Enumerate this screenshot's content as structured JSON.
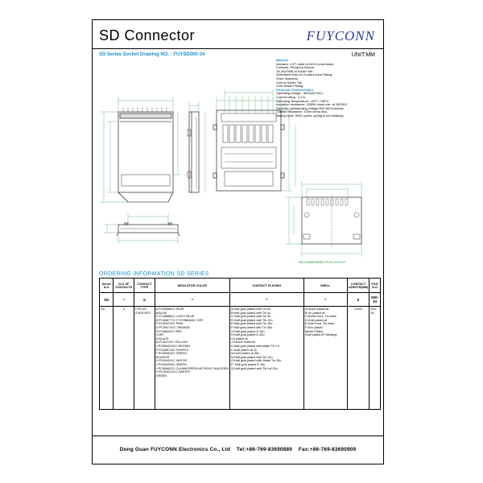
{
  "header": {
    "title": "SD  Connector",
    "brand": "FUYCONN"
  },
  "drawing_no": "SD Series Socket Drawing NO. : FUYSD000-34",
  "unit": "UNIT:MM",
  "specs": {
    "material_head": "Material",
    "material": [
      "Insulator: LCP, rated UL94V-0,color:black.",
      "Contacts: Phosphor Bronze.",
      "Tin 80u\"MIN at Solder Tail.",
      "Selectived Gold on Contact Area Plating.",
      "Shell: Stainless.",
      "Gold at Solder Tail.",
      "Over Nickel Plating."
    ],
    "electrical_head": "Electrical Characteristics",
    "electrical": [
      "Operating voltage : 500V(AC/DC).",
      "Current rating : 1.2 A.",
      "Operating Temperature: -25°C~+85°C.",
      "Insulation resistance: 1000M ohms min. at 250VDC",
      "Dielectric withstanding voltage:500 VAC/1minute.",
      "Contact resistance: 100m ohms max.",
      "Mating cycle: 5000 cycles, spring is not breaking."
    ]
  },
  "drawing_labels": {
    "recommended": "RECOMMENDED PCB LAYOUT"
  },
  "ordering": {
    "title": "ORDERING INFORMATION SD  SERIES",
    "headers": [
      "Series N.O",
      "N.O OF CONTACTS",
      "CONTACT TYPE",
      "INSULATOR COLOR",
      "CONTACT PLATING",
      "SHELL",
      "CONTACT LENGTH(MM)",
      "FILE N.O"
    ],
    "code_row": [
      "SD",
      "*",
      "S",
      "*",
      "*",
      "*",
      "0",
      "000-34"
    ],
    "options": {
      "series": "SD",
      "contacts": "0",
      "contact_type": [
        "P:PLUG",
        "S:SOCKET"
      ],
      "insulator": [
        "A:PC656661C BLUE",
        "B:BLUE",
        "C:PC686681C LIGHT BLUE",
        "D:PC606777C F:PC9864A0C GRY",
        "F:PC606701C PINK",
        "G:PC69471FC ORANGE",
        "H:PC6802GC RED",
        "I:GRY",
        "K:BLACK",
        "N:PC64712C YELLOW",
        "L:PC694404GC BROWN",
        "P:PC686714C PURPLE",
        "T:PC690622C GREEN",
        "W:WHITE",
        "V:PC694101C WHITAT",
        "J:PC694333C GREEN",
        "J:PC696622C CLANN/GREEN WITHOUT HALOGEN",
        "O:PC6090121C EARTHY",
        "GREEN"
      ],
      "plating": [
        "A:Half gold plated with Tin 5u",
        "B:Half gold plated with Tin 3u",
        "C:Half gold plated with Tin 5u",
        "D:Half gold plated with Tin 10u",
        "E:Half gold plated with Tin 15u",
        "F:Half gold plated with Tin 30u",
        "G:Half gold plated N 15u",
        "H:Half gold plated N 30u",
        "I:N plated at",
        "J:Source material",
        "K:Half gold plated with Matte Tin 1u",
        "L:Gold plated at 1u",
        "M:Gold plated at 30u",
        "N:Half gold plated with Tin 15u",
        "O:Half gold plated with Matte Tin 30u",
        "P:  Half gold plated N 15u",
        "Q:Half gold plated with Tin full 15u"
      ],
      "shell": [
        "A:Nickel plated at",
        "B:Tin plated at",
        "C:Nickel front ,Tin back",
        "D:Gold plated at",
        "E:Gold front ,Tin back",
        "F:Zinc plated",
        "  Nickel Plated",
        "  Gold plated AT Welding"
      ],
      "length": "0:N/A",
      "file": "000-34"
    }
  },
  "footer": {
    "company": "Dong Guan FUYCONN Electronics  Co., Ltd",
    "tel": "Tel:+86-769-83690889",
    "fax": "Fax:+86-769-83690909"
  }
}
